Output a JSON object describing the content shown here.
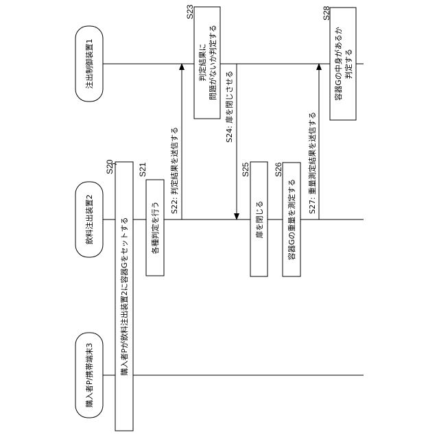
{
  "title": "",
  "lifelines": [
    {
      "id": "controller",
      "label": "注出制御装置1"
    },
    {
      "id": "dispenser",
      "label": "飲料注出装置2"
    },
    {
      "id": "terminal",
      "label": "購入者P/携帯端末3"
    }
  ],
  "boxes": [
    {
      "step": "S20",
      "lines": [
        "購入者Pが飲料注出装置2に容器Gをセットする"
      ]
    },
    {
      "step": "S21",
      "lines": [
        "各種判定を行う"
      ]
    },
    {
      "step": "S23",
      "lines": [
        "判定結果に",
        "問題がないか判定する"
      ]
    },
    {
      "step": "S25",
      "lines": [
        "扉を閉じる"
      ]
    },
    {
      "step": "S26",
      "lines": [
        "容器Gの重量を測定する"
      ]
    },
    {
      "step": "S28",
      "lines": [
        "容器Gの中身があるか",
        "判定する"
      ]
    }
  ],
  "messages": [
    {
      "step": "S22",
      "label": "判定結果を送信する"
    },
    {
      "step": "S24",
      "label": "扉を閉じさせる"
    },
    {
      "step": "S27",
      "label": "重量測定結果を送信する"
    }
  ]
}
